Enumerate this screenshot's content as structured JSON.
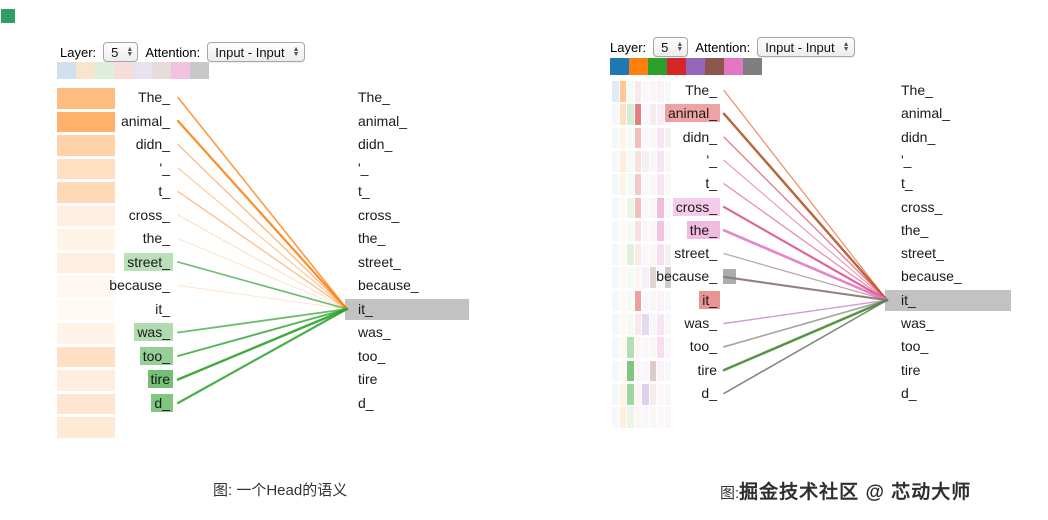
{
  "corner_marker_color": "#2f9e62",
  "tokens": [
    "The_",
    "animal_",
    "didn_",
    "'_",
    "t_",
    "cross_",
    "the_",
    "street_",
    "because_",
    "it_",
    "was_",
    "too_",
    "tire",
    "d_"
  ],
  "selected_token_index": 9,
  "selected_token": "it_",
  "selected_bar_color": "#c2c2c2",
  "head_colors": [
    "#1f77b4",
    "#ff7f0e",
    "#2ca02c",
    "#d62728",
    "#9467bd",
    "#8c564b",
    "#e377c2",
    "#7f7f7f"
  ],
  "watermark": "掘金技术社区 @ 芯动大师",
  "captions": {
    "left": "图: 一个Head的语义",
    "right_prefix": "图:"
  },
  "panels": [
    {
      "name": "single-head-view",
      "toolbar": {
        "layer_label": "Layer:",
        "layer_value": "5",
        "attention_label": "Attention:",
        "attention_value": "Input - Input"
      },
      "palette": [
        "#cfe1f0",
        "#f9e4cf",
        "#ddeedd",
        "#f7dcdc",
        "#e8e1f0",
        "#e7dcd8",
        "#f2c3de",
        "#c8c8c8"
      ],
      "heat_color": "#ff7f0e",
      "heat_rows": [
        0.52,
        0.62,
        0.36,
        0.26,
        0.3,
        0.13,
        0.1,
        0.13,
        0.06,
        0.04,
        0.1,
        0.24,
        0.13,
        0.2,
        0.16
      ],
      "token_bg": [
        null,
        null,
        null,
        null,
        null,
        null,
        null,
        "rgba(44,160,44,0.33)",
        null,
        null,
        "rgba(44,160,44,0.38)",
        "rgba(44,160,44,0.5)",
        "rgba(44,160,44,0.66)",
        "rgba(44,160,44,0.6)"
      ],
      "lines": [
        {
          "t": 0,
          "c": "#ff7f0e",
          "w": 1.6,
          "o": 0.8
        },
        {
          "t": 1,
          "c": "#ff7f0e",
          "w": 2.2,
          "o": 0.9
        },
        {
          "t": 2,
          "c": "#ff7f0e",
          "w": 1.2,
          "o": 0.6
        },
        {
          "t": 3,
          "c": "#ff7f0e",
          "w": 1.0,
          "o": 0.5
        },
        {
          "t": 4,
          "c": "#ff7f0e",
          "w": 1.2,
          "o": 0.55
        },
        {
          "t": 5,
          "c": "#ff7f0e",
          "w": 0.9,
          "o": 0.3
        },
        {
          "t": 6,
          "c": "#ff7f0e",
          "w": 0.9,
          "o": 0.25
        },
        {
          "t": 7,
          "c": "#2ca02c",
          "w": 1.6,
          "o": 0.7
        },
        {
          "t": 8,
          "c": "#ff7f0e",
          "w": 0.9,
          "o": 0.22
        },
        {
          "t": 10,
          "c": "#2ca02c",
          "w": 1.8,
          "o": 0.7
        },
        {
          "t": 11,
          "c": "#2ca02c",
          "w": 1.9,
          "o": 0.8
        },
        {
          "t": 12,
          "c": "#2ca02c",
          "w": 2.4,
          "o": 0.9
        },
        {
          "t": 13,
          "c": "#2ca02c",
          "w": 2.2,
          "o": 0.85
        }
      ]
    },
    {
      "name": "multi-head-view",
      "toolbar": {
        "layer_label": "Layer:",
        "layer_value": "5",
        "attention_label": "Attention:",
        "attention_value": "Input - Input"
      },
      "palette": [
        "#1f77b4",
        "#ff7f0e",
        "#2ca02c",
        "#d62728",
        "#9467bd",
        "#8c564b",
        "#e377c2",
        "#7f7f7f"
      ],
      "heat_rows": [
        [
          0.15,
          0.45,
          0.05,
          0.1,
          0.05,
          0.05,
          0.1,
          0.05
        ],
        [
          0.05,
          0.25,
          0.2,
          0.6,
          0.05,
          0.1,
          0.15,
          0.05
        ],
        [
          0.05,
          0.1,
          0.05,
          0.3,
          0.05,
          0.05,
          0.2,
          0.1
        ],
        [
          0.05,
          0.15,
          0.05,
          0.15,
          0.1,
          0.05,
          0.2,
          0.05
        ],
        [
          0.05,
          0.1,
          0.05,
          0.25,
          0.05,
          0.05,
          0.2,
          0.05
        ],
        [
          0.05,
          0.05,
          0.1,
          0.3,
          0.05,
          0.05,
          0.5,
          0.05
        ],
        [
          0.05,
          0.05,
          0.05,
          0.15,
          0.05,
          0.05,
          0.45,
          0.05
        ],
        [
          0.05,
          0.05,
          0.15,
          0.1,
          0.05,
          0.05,
          0.25,
          0.1
        ],
        [
          0.05,
          0.05,
          0.05,
          0.05,
          0.1,
          0.25,
          0.05,
          0.4
        ],
        [
          0.05,
          0.05,
          0.05,
          0.45,
          0.05,
          0.05,
          0.1,
          0.05
        ],
        [
          0.05,
          0.05,
          0.05,
          0.1,
          0.25,
          0.05,
          0.2,
          0.05
        ],
        [
          0.05,
          0.05,
          0.35,
          0.05,
          0.05,
          0.05,
          0.25,
          0.05
        ],
        [
          0.05,
          0.05,
          0.6,
          0.05,
          0.05,
          0.3,
          0.1,
          0.05
        ],
        [
          0.05,
          0.1,
          0.45,
          0.05,
          0.3,
          0.1,
          0.05,
          0.05
        ],
        [
          0.05,
          0.15,
          0.1,
          0.05,
          0.05,
          0.05,
          0.05,
          0.05
        ]
      ],
      "token_bg": [
        null,
        "rgba(214,39,40,0.42)",
        null,
        null,
        null,
        "rgba(227,119,194,0.38)",
        "rgba(227,119,194,0.5)",
        null,
        null,
        "rgba(214,39,40,0.5)",
        null,
        null,
        null,
        null
      ],
      "marker": {
        "row": 8,
        "color": "rgba(127,127,127,0.65)"
      },
      "lines": [
        {
          "t": 0,
          "c": "#d62728",
          "w": 1.2,
          "o": 0.5
        },
        {
          "t": 0,
          "c": "#ff7f0e",
          "w": 1.0,
          "o": 0.4
        },
        {
          "t": 1,
          "c": "#d62728",
          "w": 2.4,
          "o": 0.85
        },
        {
          "t": 1,
          "c": "#2ca02c",
          "w": 1.4,
          "o": 0.55
        },
        {
          "t": 1,
          "c": "#ff7f0e",
          "w": 1.0,
          "o": 0.4
        },
        {
          "t": 2,
          "c": "#d62728",
          "w": 1.4,
          "o": 0.55
        },
        {
          "t": 2,
          "c": "#e377c2",
          "w": 1.0,
          "o": 0.4
        },
        {
          "t": 3,
          "c": "#e377c2",
          "w": 1.0,
          "o": 0.45
        },
        {
          "t": 3,
          "c": "#d62728",
          "w": 0.9,
          "o": 0.35
        },
        {
          "t": 4,
          "c": "#d62728",
          "w": 1.2,
          "o": 0.5
        },
        {
          "t": 4,
          "c": "#e377c2",
          "w": 1.0,
          "o": 0.4
        },
        {
          "t": 5,
          "c": "#e377c2",
          "w": 2.4,
          "o": 0.85
        },
        {
          "t": 5,
          "c": "#d62728",
          "w": 1.2,
          "o": 0.5
        },
        {
          "t": 6,
          "c": "#e377c2",
          "w": 2.6,
          "o": 0.9
        },
        {
          "t": 7,
          "c": "#e377c2",
          "w": 1.4,
          "o": 0.55
        },
        {
          "t": 7,
          "c": "#2ca02c",
          "w": 1.0,
          "o": 0.35
        },
        {
          "t": 8,
          "c": "#7f7f7f",
          "w": 2.2,
          "o": 0.75
        },
        {
          "t": 8,
          "c": "#8c564b",
          "w": 1.4,
          "o": 0.5
        },
        {
          "t": 10,
          "c": "#9467bd",
          "w": 1.4,
          "o": 0.5
        },
        {
          "t": 10,
          "c": "#e377c2",
          "w": 1.2,
          "o": 0.45
        },
        {
          "t": 11,
          "c": "#2ca02c",
          "w": 1.6,
          "o": 0.6
        },
        {
          "t": 11,
          "c": "#e377c2",
          "w": 1.4,
          "o": 0.5
        },
        {
          "t": 12,
          "c": "#2ca02c",
          "w": 2.6,
          "o": 0.85
        },
        {
          "t": 12,
          "c": "#8c564b",
          "w": 1.2,
          "o": 0.5
        },
        {
          "t": 13,
          "c": "#9467bd",
          "w": 1.6,
          "o": 0.6
        },
        {
          "t": 13,
          "c": "#2ca02c",
          "w": 1.4,
          "o": 0.5
        },
        {
          "t": 13,
          "c": "#8c564b",
          "w": 1.0,
          "o": 0.4
        }
      ]
    }
  ]
}
